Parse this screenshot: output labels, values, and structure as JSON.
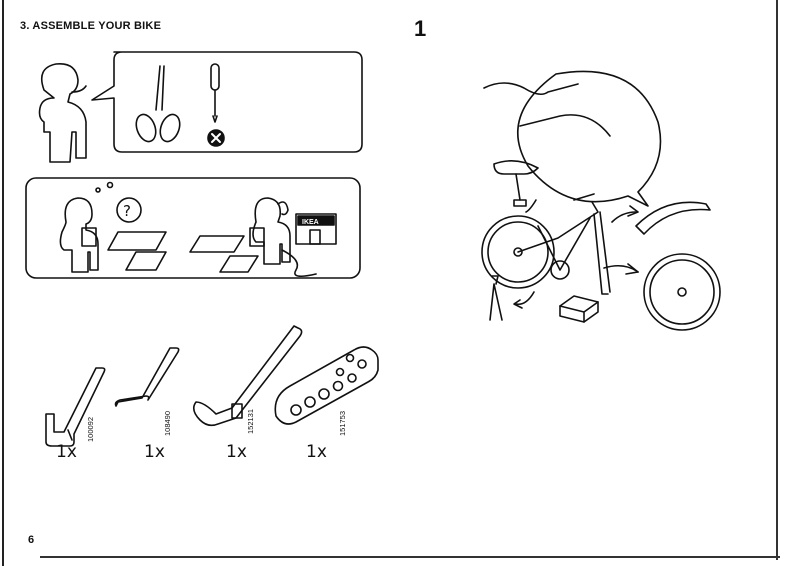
{
  "page": {
    "heading": "3. ASSEMBLE YOUR BIKE",
    "step_number": "1",
    "page_number": "6"
  },
  "store_sign": "IKEA",
  "tools": [
    {
      "part_number": "100092",
      "quantity": "1x"
    },
    {
      "part_number": "108490",
      "quantity": "1x"
    },
    {
      "part_number": "152131",
      "quantity": "1x"
    },
    {
      "part_number": "151753",
      "quantity": "1x"
    }
  ]
}
